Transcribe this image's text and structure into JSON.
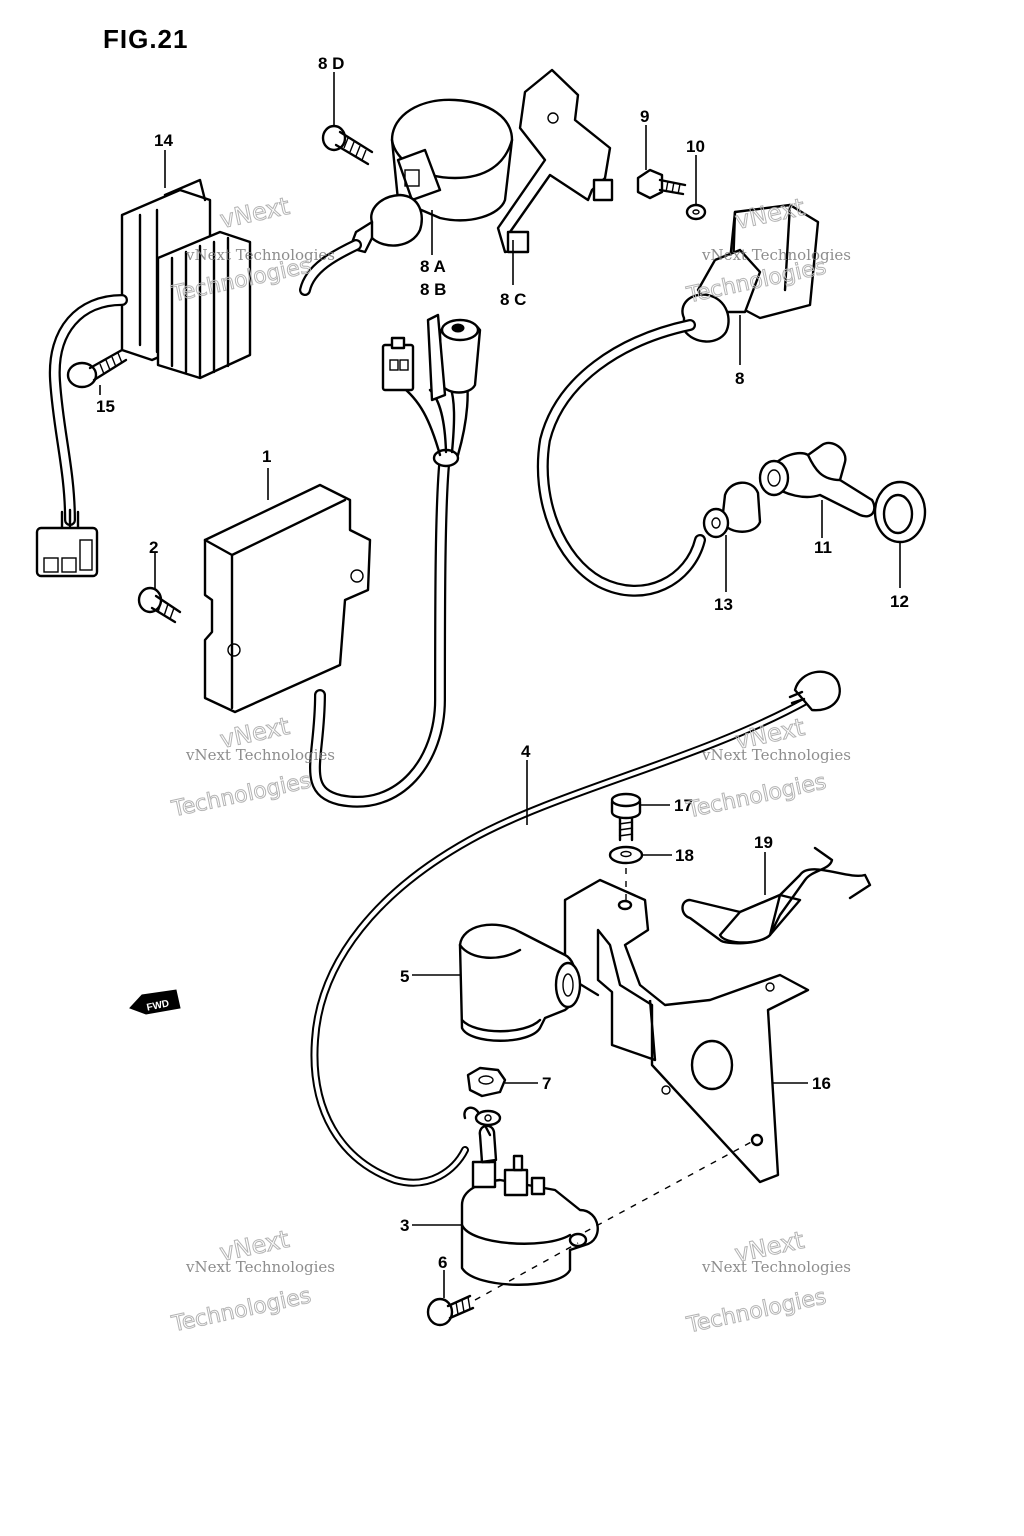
{
  "figure": {
    "title": "FIG.21"
  },
  "callouts": [
    {
      "id": "c-8d",
      "text": "8 D"
    },
    {
      "id": "c-14",
      "text": "14"
    },
    {
      "id": "c-9",
      "text": "9"
    },
    {
      "id": "c-10",
      "text": "10"
    },
    {
      "id": "c-8a",
      "text": "8 A"
    },
    {
      "id": "c-8b",
      "text": "8 B"
    },
    {
      "id": "c-8c",
      "text": "8 C"
    },
    {
      "id": "c-15",
      "text": "15"
    },
    {
      "id": "c-8",
      "text": "8"
    },
    {
      "id": "c-1",
      "text": "1"
    },
    {
      "id": "c-2",
      "text": "2"
    },
    {
      "id": "c-11",
      "text": "11"
    },
    {
      "id": "c-13",
      "text": "13"
    },
    {
      "id": "c-12",
      "text": "12"
    },
    {
      "id": "c-4",
      "text": "4"
    },
    {
      "id": "c-17",
      "text": "17"
    },
    {
      "id": "c-18",
      "text": "18"
    },
    {
      "id": "c-19",
      "text": "19"
    },
    {
      "id": "c-5",
      "text": "5"
    },
    {
      "id": "c-7",
      "text": "7"
    },
    {
      "id": "c-16",
      "text": "16"
    },
    {
      "id": "c-3",
      "text": "3"
    },
    {
      "id": "c-6",
      "text": "6"
    }
  ],
  "forward_marker": {
    "text": "FWD"
  },
  "watermark": {
    "line1": "vNext",
    "line2": "vNext Technologies",
    "line3": "Technologies"
  }
}
